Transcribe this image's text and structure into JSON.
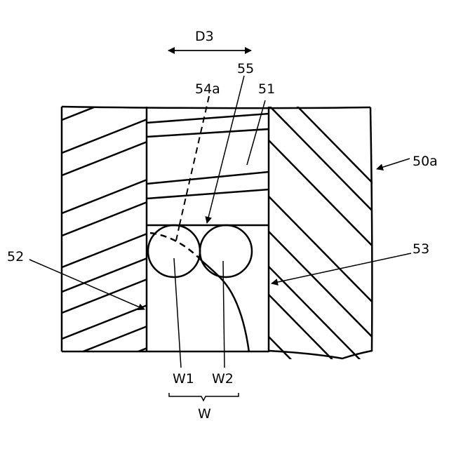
{
  "labels": {
    "direction": "D3",
    "ref_55": "55",
    "ref_54a": "54a",
    "ref_51": "51",
    "ref_50a": "50a",
    "ref_52": "52",
    "ref_53": "53",
    "wire_1": "W1",
    "wire_2": "W2",
    "wire_group": "W"
  },
  "colors": {
    "line": "#000000",
    "background": "#ffffff"
  }
}
